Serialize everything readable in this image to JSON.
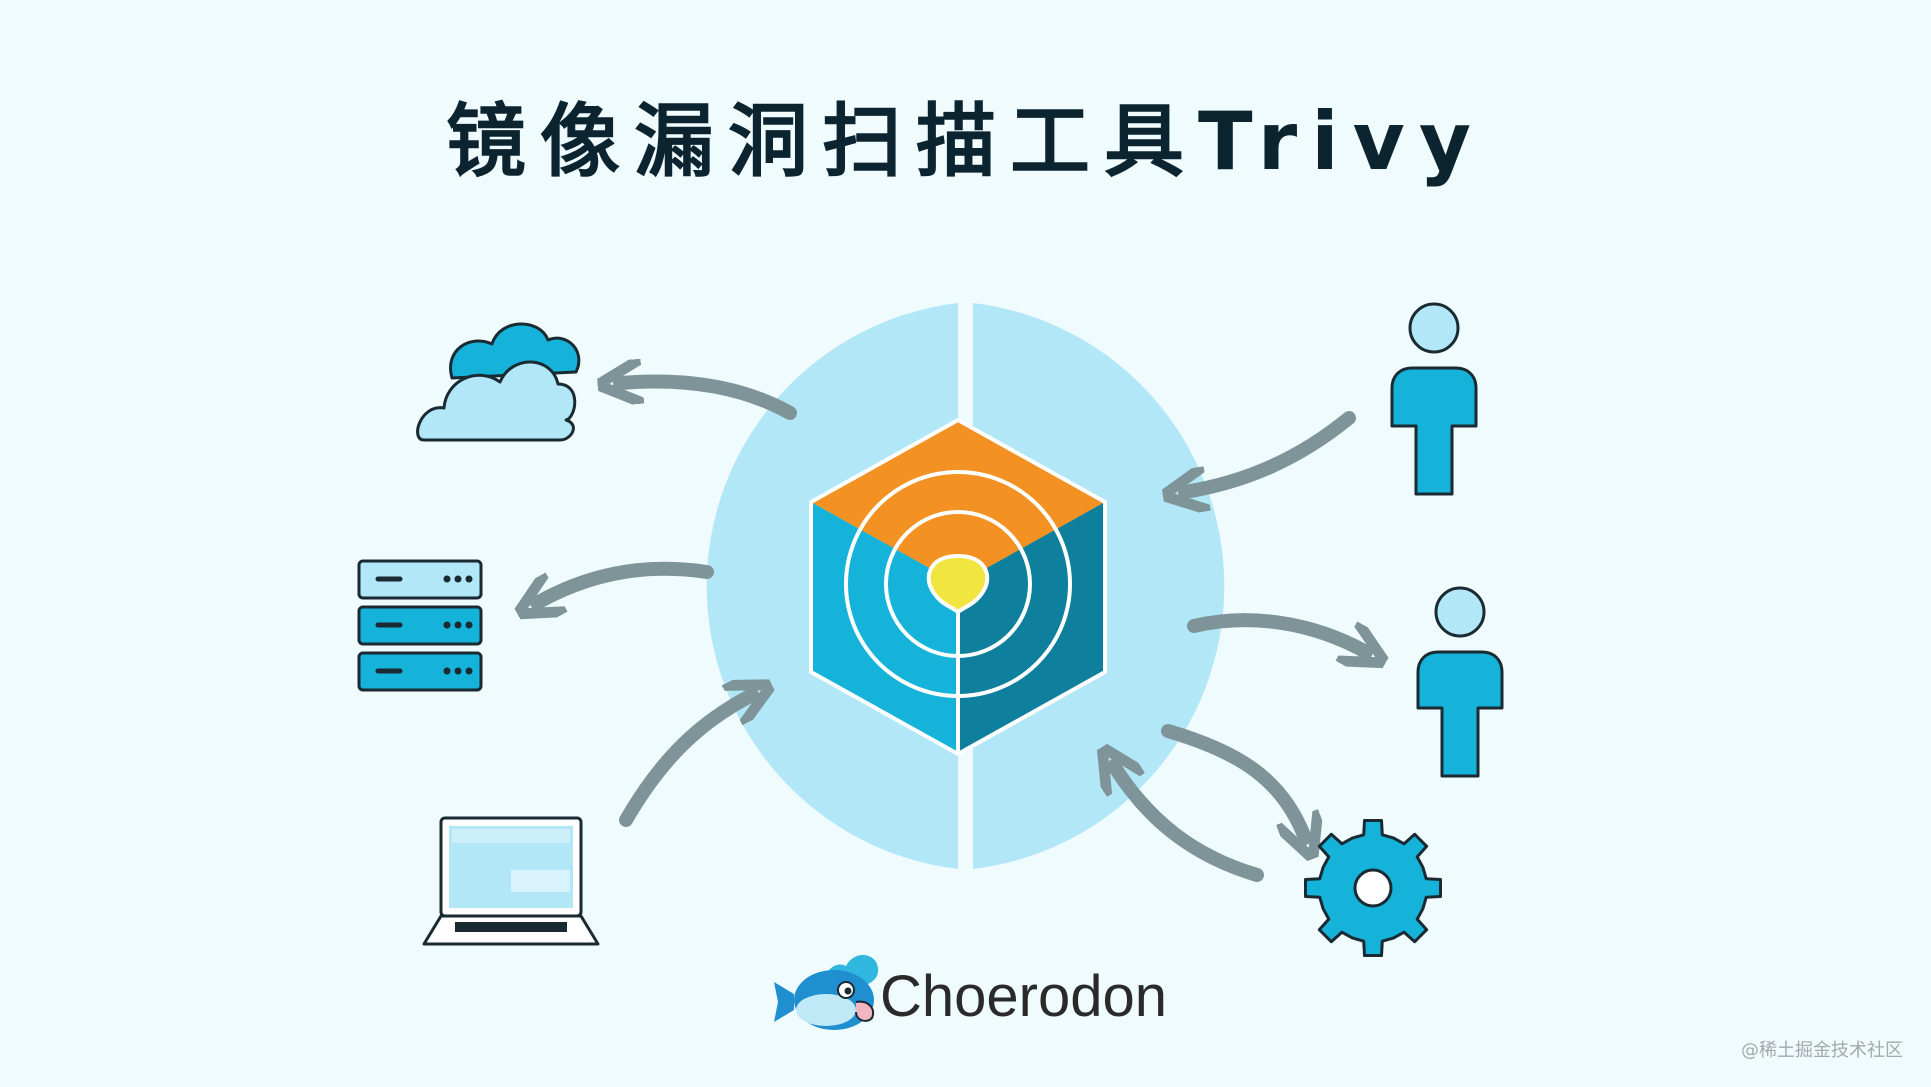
{
  "title": "镜像漏洞扫描工具Trivy",
  "logo": {
    "text": "Choerodon"
  },
  "watermark": "@稀土掘金技术社区",
  "colors": {
    "background": "#f0fbfe",
    "disc": "#b2e7f7",
    "cube_top": "#f39222",
    "cube_left": "#15b3d9",
    "cube_right": "#0e7f9c",
    "core": "#f1e640",
    "arrow": "#7f9499",
    "icon_blue": "#15b3d9",
    "outline": "#1a2a33"
  },
  "icons": {
    "cloud": "cloud-icon",
    "server": "server-icon",
    "laptop": "laptop-icon",
    "user_top": "user-icon",
    "user_bottom": "user-icon",
    "gear": "gear-icon",
    "scanner": "trivy-cube-icon",
    "logo": "choerodon-fish-icon"
  }
}
